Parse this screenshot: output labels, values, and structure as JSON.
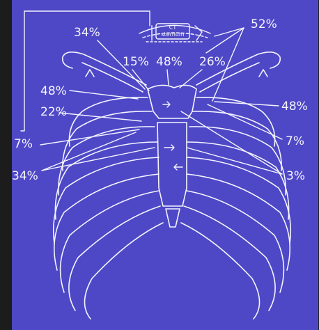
{
  "colors": {
    "background": "#4e48c6",
    "frame": "#1c1c1c",
    "lines": "#f4f4ff"
  },
  "inset": {
    "line1": "CT",
    "line2": "sternum"
  },
  "labels": {
    "top_right": "52%",
    "top_left": "34%",
    "upper_left_mid": "15%",
    "upper_center": "48%",
    "upper_right_mid": "26%",
    "left_48": "48%",
    "left_22": "22%",
    "right_48": "48%",
    "left_7": "7%",
    "right_7": "7%",
    "left_34": "34%",
    "right_3": "3%"
  }
}
